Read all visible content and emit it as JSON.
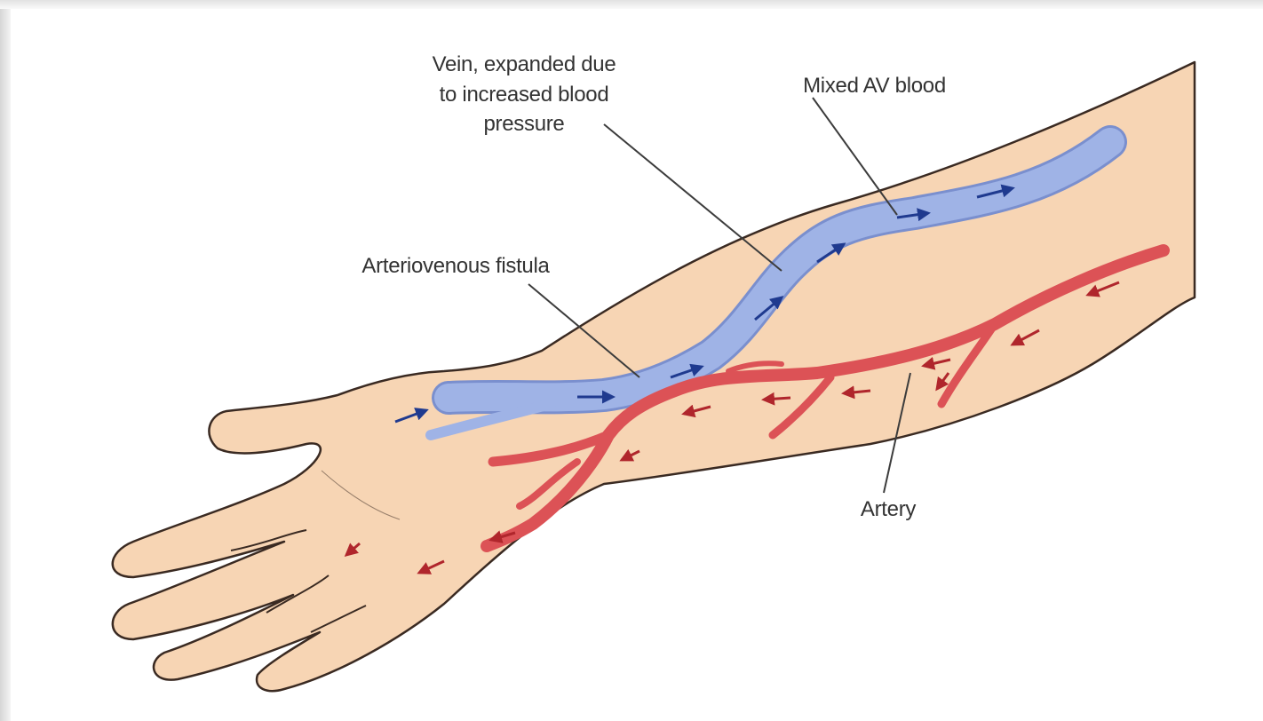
{
  "diagram": {
    "labels": {
      "vein": "Vein, expanded due\nto increased blood\npressure",
      "mixed": "Mixed AV blood",
      "fistula": "Arteriovenous fistula",
      "artery": "Artery"
    }
  },
  "colors": {
    "skin": "#f7d5b4",
    "skin_outline": "#3a2a22",
    "vein": "#9fb3e6",
    "vein_arrow": "#1f3a8f",
    "artery": "#dc5256",
    "artery_arrow": "#b0262c",
    "leader_line": "#3c3c3c"
  }
}
